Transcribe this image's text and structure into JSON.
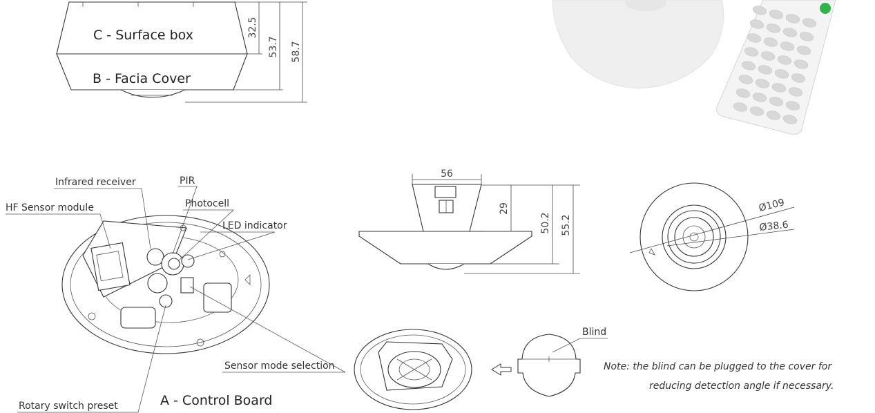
{
  "side_view_top": {
    "surface_box": "C - Surface box",
    "facia_cover": "B - Facia Cover",
    "dim_a": "32.5",
    "dim_b": "53.7",
    "dim_c": "58.7"
  },
  "control_board": {
    "title": "A - Control Board",
    "callouts": {
      "infrared": "Infrared receiver",
      "pir": "PIR",
      "hf_module": "HF Sensor module",
      "photocell": "Photocell",
      "led": "LED indicator",
      "rotary": "Rotary switch preset",
      "mode": "Sensor mode selection"
    }
  },
  "side_view_bottom": {
    "dim_width": "56",
    "dim_h1": "29",
    "dim_h2": "50.2",
    "dim_h3": "55.2"
  },
  "top_view": {
    "dia_outer": "Ø109",
    "dia_inner": "Ø38.6"
  },
  "blind": {
    "label": "Blind",
    "note_line1": "Note: the blind can be plugged to the cover for",
    "note_line2": "reducing detection angle if necessary."
  },
  "colors": {
    "line": "#333333",
    "background": "#ffffff",
    "remote_button": "#d8d8d8",
    "remote_green": "#2fb34a"
  }
}
